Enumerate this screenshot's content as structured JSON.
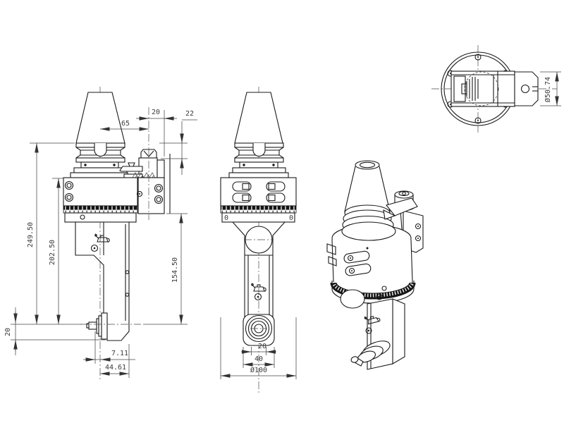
{
  "drawing": {
    "background_color": "#ffffff",
    "line_color": "#1a1a1a",
    "views": {
      "side_view_dims": {
        "overall_height": "249.50",
        "body_height": "202.50",
        "spindle_to_base": "20",
        "center_to_pin": "65",
        "pin_to_edge": "20",
        "gauge_to_block": "22",
        "nose_to_center": "7.11",
        "center_to_arm_edge": "44.61",
        "block_to_spindle": "154.50"
      },
      "front_view_dims": {
        "pilot_width": "20",
        "nose_width": "40",
        "body_diameter": "Ø100",
        "scale_zero_left": "0",
        "scale_zero_right": "0"
      },
      "top_view_dims": {
        "clamp_diameter": "Ø50.74"
      }
    }
  }
}
